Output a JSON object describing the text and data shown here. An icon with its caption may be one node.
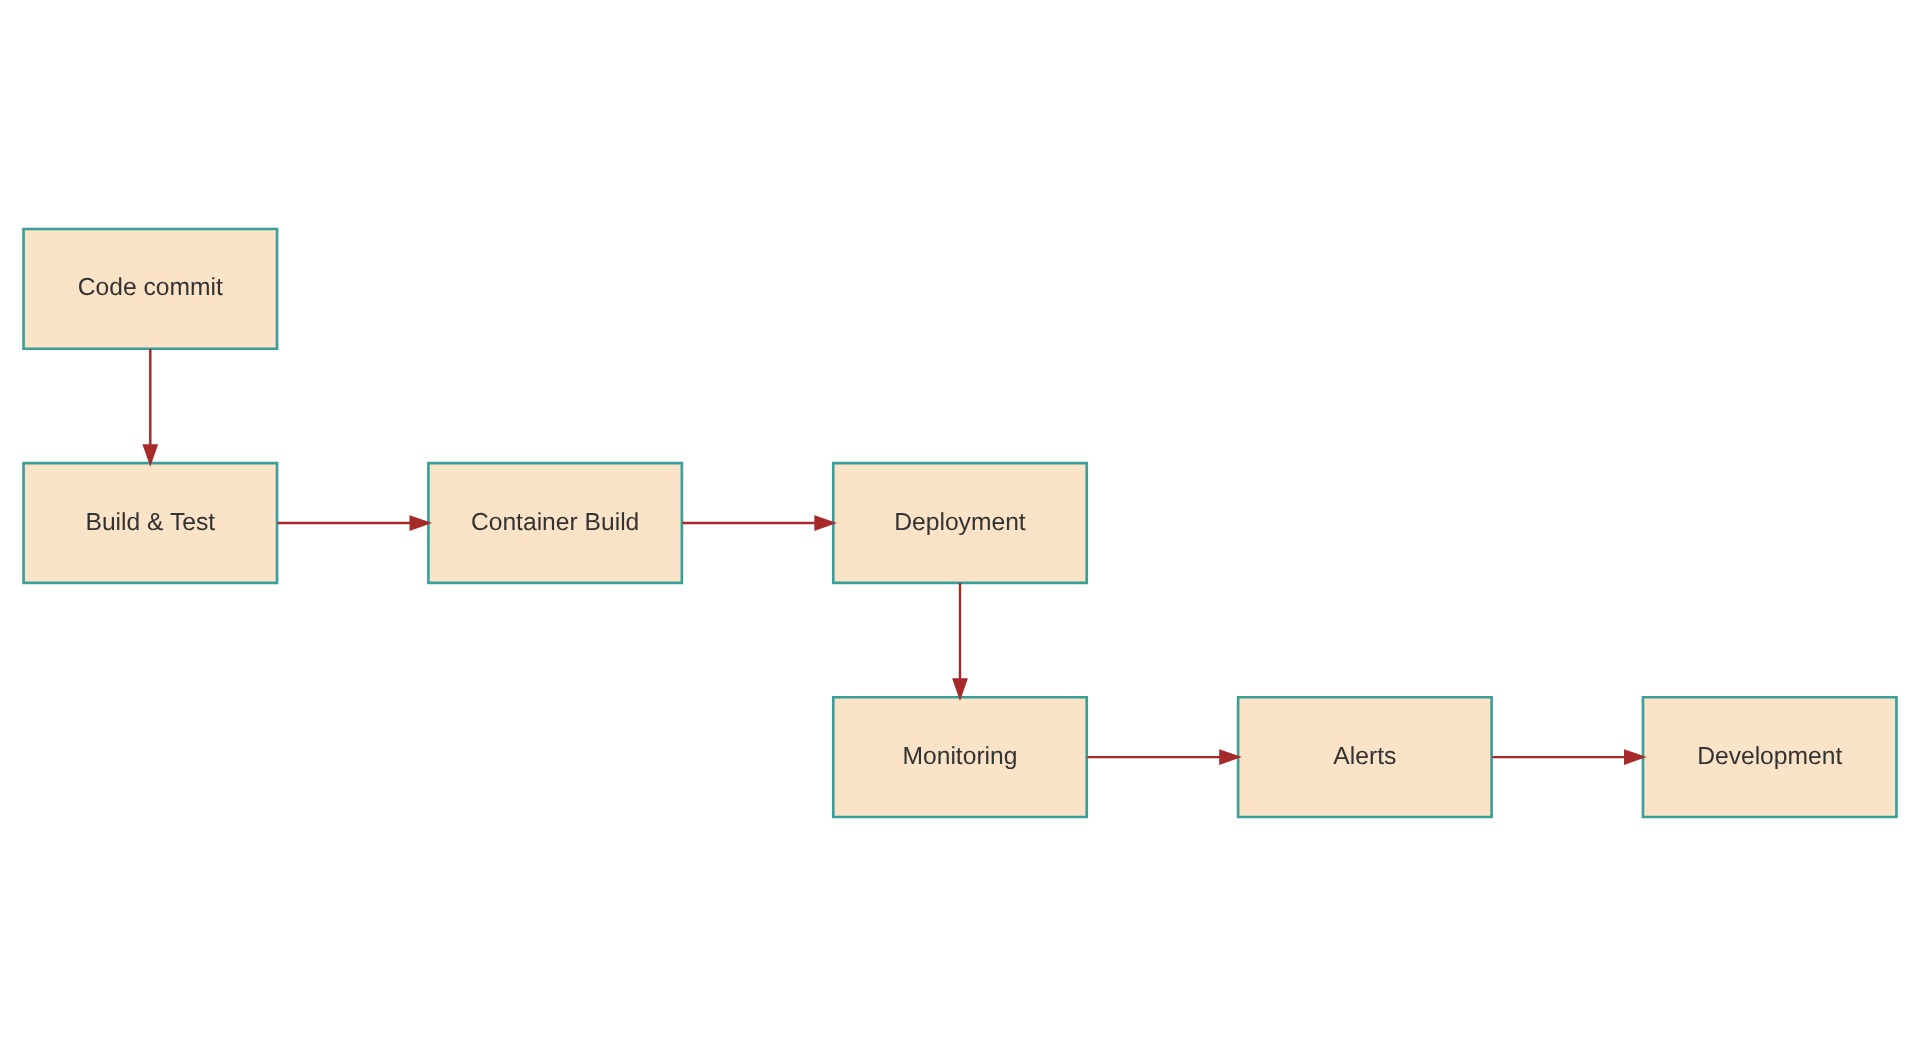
{
  "diagram": {
    "nodes": [
      {
        "text": [
          "Code commit"
        ]
      },
      {
        "text": [
          "Build & Test"
        ]
      },
      {
        "text": [
          "Container Build"
        ]
      },
      {
        "text": [
          "Deployment"
        ]
      },
      {
        "text": [
          "Monitoring"
        ]
      },
      {
        "text": [
          "Alerts"
        ]
      },
      {
        "text": [
          "Development"
        ]
      }
    ],
    "edges": [
      {
        "from": 0,
        "to": 1,
        "arrow": "to"
      },
      {
        "from": 1,
        "to": 2,
        "arrow": "to"
      },
      {
        "from": 2,
        "to": 3,
        "arrow": "to"
      },
      {
        "from": 3,
        "to": 4,
        "arrow": "to"
      },
      {
        "from": 4,
        "to": 5,
        "arrow": "to"
      },
      {
        "from": 5,
        "to": 6,
        "arrow": "to"
      }
    ]
  }
}
